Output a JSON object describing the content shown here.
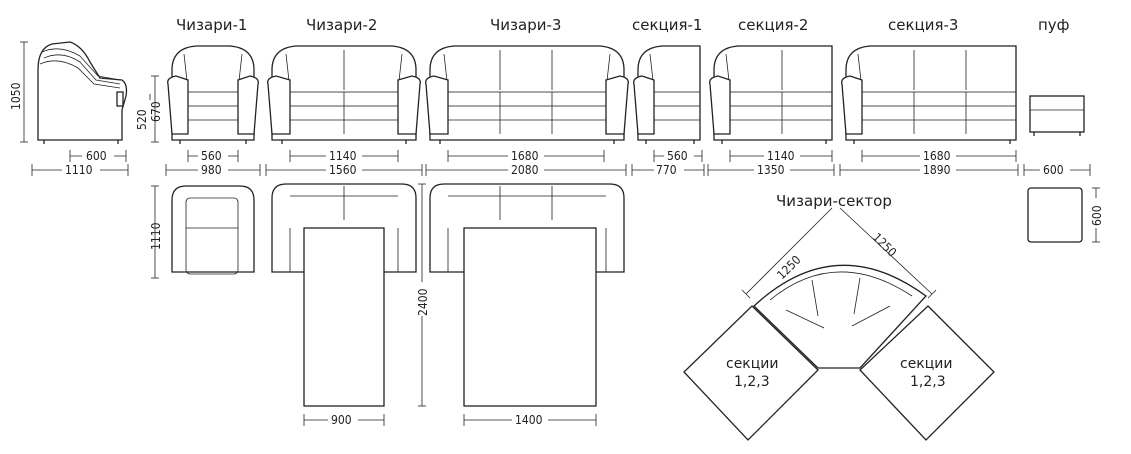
{
  "labels": {
    "chizari1": "Чизари-1",
    "chizari2": "Чизари-2",
    "chizari3": "Чизари-3",
    "sekciya1": "секция-1",
    "sekciya2": "секция-2",
    "sekciya3": "секция-3",
    "puf": "пуф",
    "sector": "Чизари-сектор",
    "sections_a1": "секции",
    "sections_a2": "1,2,3",
    "sections_b1": "секции",
    "sections_b2": "1,2,3"
  },
  "dims": {
    "side_height": "1050",
    "side_seat": "600",
    "side_depth": "1110",
    "ch1_h520": "520",
    "ch1_h670": "670",
    "ch1_w": "560",
    "ch1_total": "980",
    "ch2_w": "1140",
    "ch2_total": "1560",
    "ch3_w": "1680",
    "ch3_total": "2080",
    "s1_w": "560",
    "s1_total": "770",
    "s2_w": "1140",
    "s2_total": "1350",
    "s3_w": "1680",
    "s3_total": "1890",
    "puf_w": "600",
    "puf_h": "600",
    "top_depth": "1110",
    "bed_len": "2400",
    "bed2_w": "900",
    "bed3_w": "1400",
    "sector_l": "1250",
    "sector_r": "1250"
  }
}
